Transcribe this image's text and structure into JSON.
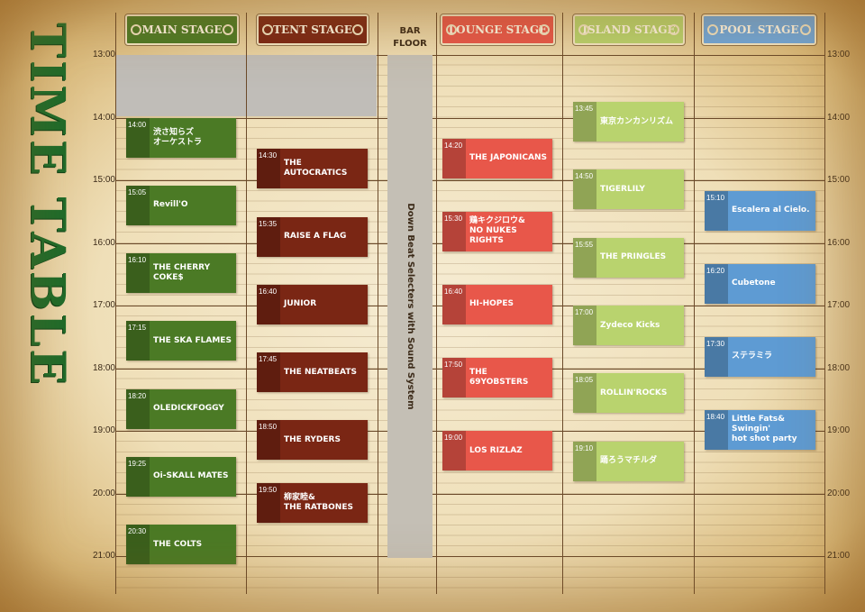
{
  "title": "TIME TABLE",
  "times": [
    "13:00",
    "14:00",
    "15:00",
    "16:00",
    "17:00",
    "18:00",
    "19:00",
    "20:00",
    "21:00"
  ],
  "bar_floor": {
    "label": "BAR\nFLOOR",
    "performer": "Down Beat Selecters with Sound System"
  },
  "colors": {
    "main": "#4b7a25",
    "tent": "#7a2614",
    "lounge": "#e8574a",
    "island": "#b9d36e",
    "pool": "#5e9bd3",
    "main_head": "#4b7a25",
    "tent_head": "#7a2614",
    "lounge_head": "#e8574a",
    "island_head": "#b9d36e",
    "pool_head": "#6fa7db"
  },
  "stages": [
    {
      "name": "MAIN STAGE",
      "color_key": "main",
      "acts": [
        {
          "time": "14:00",
          "name": "渋さ知らズ\nオーケストラ"
        },
        {
          "time": "15:05",
          "name": "Revill'O"
        },
        {
          "time": "16:10",
          "name": "THE CHERRY COKE$"
        },
        {
          "time": "17:15",
          "name": "THE SKA FLAMES"
        },
        {
          "time": "18:20",
          "name": "OLEDICKFOGGY"
        },
        {
          "time": "19:25",
          "name": "Oi-SKALL MATES"
        },
        {
          "time": "20:30",
          "name": "THE COLTS"
        }
      ]
    },
    {
      "name": "TENT STAGE",
      "color_key": "tent",
      "acts": [
        {
          "time": "14:30",
          "name": "THE AUTOCRATICS"
        },
        {
          "time": "15:35",
          "name": "RAISE A FLAG"
        },
        {
          "time": "16:40",
          "name": "JUNIOR"
        },
        {
          "time": "17:45",
          "name": "THE NEATBEATS"
        },
        {
          "time": "18:50",
          "name": "THE RYDERS"
        },
        {
          "time": "19:50",
          "name": "柳家睦&\nTHE RATBONES"
        }
      ]
    },
    {
      "name": "LOUNGE STAGE",
      "color_key": "lounge",
      "acts": [
        {
          "time": "14:20",
          "name": "THE JAPONICANS"
        },
        {
          "time": "15:30",
          "name": "鶏キクジロウ&\nNO NUKES RIGHTS"
        },
        {
          "time": "16:40",
          "name": "HI-HOPES"
        },
        {
          "time": "17:50",
          "name": "THE 69YOBSTERS"
        },
        {
          "time": "19:00",
          "name": "LOS RIZLAZ"
        }
      ]
    },
    {
      "name": "ISLAND STAGE",
      "color_key": "island",
      "acts": [
        {
          "time": "13:45",
          "name": "東京カンカンリズム"
        },
        {
          "time": "14:50",
          "name": "TIGERLILY"
        },
        {
          "time": "15:55",
          "name": "THE PRINGLES"
        },
        {
          "time": "17:00",
          "name": "Zydeco Kicks"
        },
        {
          "time": "18:05",
          "name": "ROLLIN'ROCKS"
        },
        {
          "time": "19:10",
          "name": "踊ろうマチルダ"
        }
      ]
    },
    {
      "name": "POOL STAGE",
      "color_key": "pool",
      "acts": [
        {
          "time": "15:10",
          "name": "Escalera al Cielo."
        },
        {
          "time": "16:20",
          "name": "Cubetone"
        },
        {
          "time": "17:30",
          "name": "ステラミラ"
        },
        {
          "time": "18:40",
          "name": "Little Fats&\nSwingin'\nhot shot party"
        }
      ]
    }
  ]
}
